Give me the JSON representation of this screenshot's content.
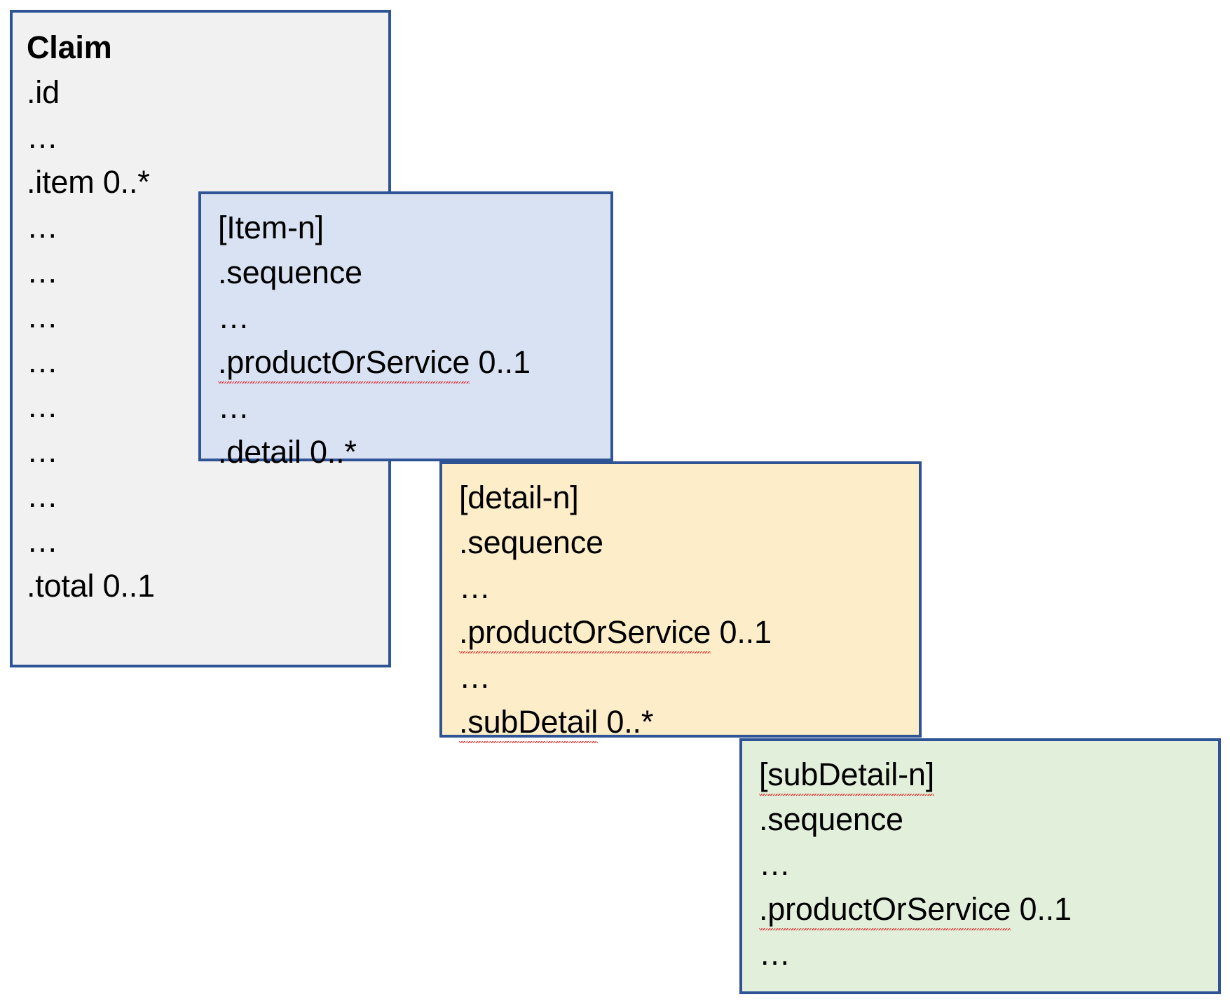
{
  "diagram": {
    "title": "FHIR Claim resource nesting diagram",
    "colors": {
      "border": "#2e5496",
      "claim_fill": "#f1f1f1",
      "item_fill": "#d9e2f3",
      "detail_fill": "#fdeec9",
      "subdetail_fill": "#e2efda",
      "squiggle": "#e03131"
    },
    "boxes": [
      {
        "id": "claim",
        "name": "Claim",
        "lines": [
          {
            "text": "Claim",
            "bold": true,
            "squiggle": false
          },
          {
            "text": ".id",
            "bold": false,
            "squiggle": false
          },
          {
            "text": "…",
            "bold": false,
            "squiggle": false
          },
          {
            "text": ".item 0..*",
            "bold": false,
            "squiggle": false
          },
          {
            "text": "…",
            "bold": false,
            "squiggle": false
          },
          {
            "text": "…",
            "bold": false,
            "squiggle": false
          },
          {
            "text": "…",
            "bold": false,
            "squiggle": false
          },
          {
            "text": "…",
            "bold": false,
            "squiggle": false
          },
          {
            "text": "…",
            "bold": false,
            "squiggle": false
          },
          {
            "text": "…",
            "bold": false,
            "squiggle": false
          },
          {
            "text": "…",
            "bold": false,
            "squiggle": false
          },
          {
            "text": "…",
            "bold": false,
            "squiggle": false
          },
          {
            "text": ".total 0..1",
            "bold": false,
            "squiggle": false
          }
        ]
      },
      {
        "id": "item",
        "name": "[Item-n]",
        "lines": [
          {
            "text": "[Item-n]",
            "bold": false,
            "squiggle": false
          },
          {
            "text": ".sequence",
            "bold": false,
            "squiggle": false
          },
          {
            "text": "…",
            "bold": false,
            "squiggle": false
          },
          {
            "text": ".productOrService 0..1",
            "bold": false,
            "squiggle": true,
            "squiggle_text": ".productOrService",
            "tail": " 0..1"
          },
          {
            "text": "…",
            "bold": false,
            "squiggle": false
          },
          {
            "text": ".detail 0..*",
            "bold": false,
            "squiggle": false
          }
        ]
      },
      {
        "id": "detail",
        "name": "[detail-n]",
        "lines": [
          {
            "text": "[detail-n]",
            "bold": false,
            "squiggle": false
          },
          {
            "text": ".sequence",
            "bold": false,
            "squiggle": false
          },
          {
            "text": "…",
            "bold": false,
            "squiggle": false
          },
          {
            "text": ".productOrService 0..1",
            "bold": false,
            "squiggle": true,
            "squiggle_text": ".productOrService",
            "tail": " 0..1"
          },
          {
            "text": "…",
            "bold": false,
            "squiggle": false
          },
          {
            "text": ".subDetail 0..*",
            "bold": false,
            "squiggle": true,
            "squiggle_text": ".subDetail",
            "tail": " 0..*"
          }
        ]
      },
      {
        "id": "subdetail",
        "name": "[subDetail-n]",
        "lines": [
          {
            "text": "[subDetail-n]",
            "bold": false,
            "squiggle": true,
            "squiggle_text": "[subDetail-n]",
            "tail": ""
          },
          {
            "text": ".sequence",
            "bold": false,
            "squiggle": false
          },
          {
            "text": "…",
            "bold": false,
            "squiggle": false
          },
          {
            "text": ".productOrService 0..1",
            "bold": false,
            "squiggle": true,
            "squiggle_text": ".productOrService",
            "tail": " 0..1"
          },
          {
            "text": "…",
            "bold": false,
            "squiggle": false
          }
        ]
      }
    ]
  }
}
